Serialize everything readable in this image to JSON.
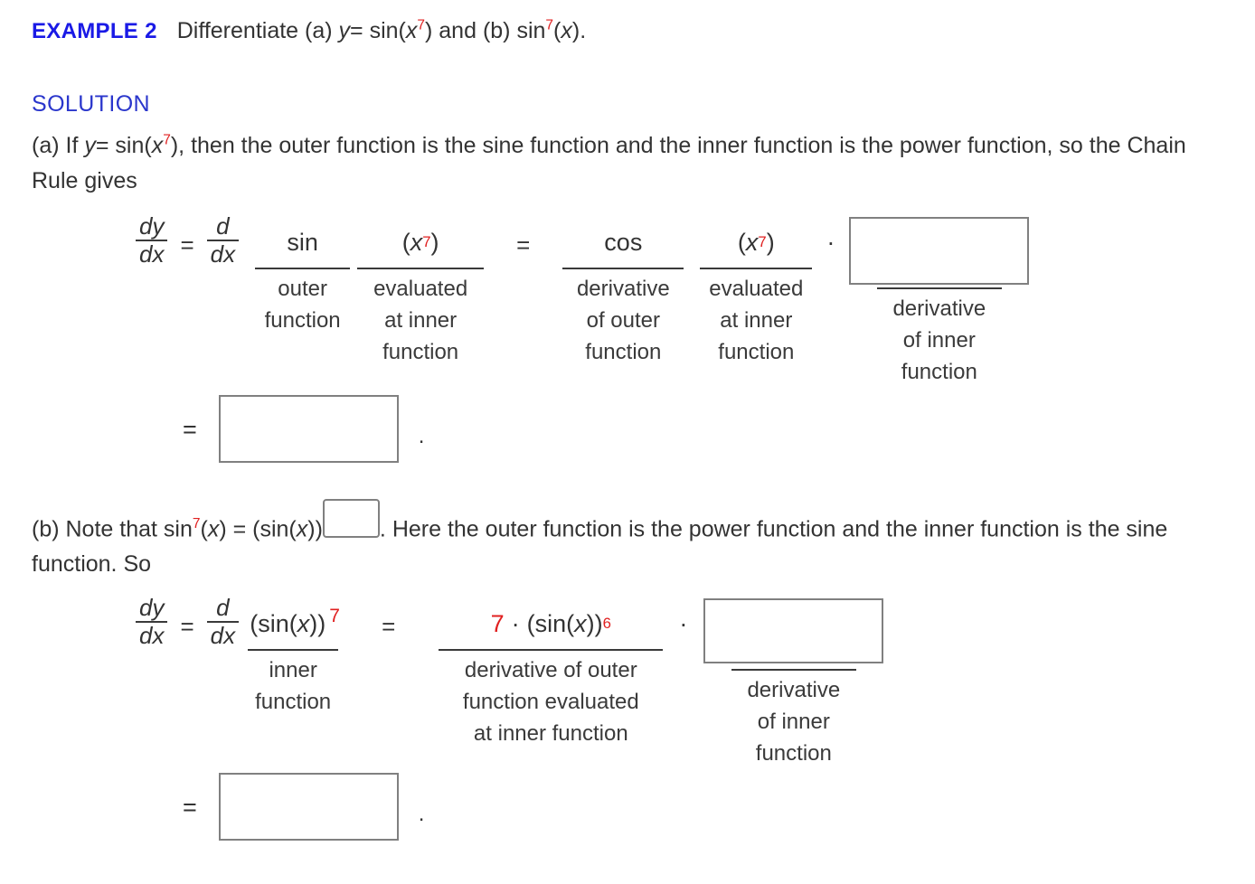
{
  "colors": {
    "example_blue": "#1a1ae6",
    "solution_blue": "#2a36cc",
    "red_exponent": "#e02020",
    "body_text": "#333333",
    "box_border": "#808080"
  },
  "header": {
    "example_label": "EXAMPLE 2",
    "instruction_prefix": "Differentiate (a)",
    "expr_a_lhs": "y",
    "expr_a_eq": "= sin(",
    "expr_a_var": "x",
    "expr_a_exp": "7",
    "expr_a_close": ")",
    "instruction_mid": "and (b)",
    "expr_b_fn": "sin",
    "expr_b_exp": "7",
    "expr_b_open": "(",
    "expr_b_var": "x",
    "expr_b_close": ")."
  },
  "solution": {
    "heading": "SOLUTION",
    "part_a": {
      "t1": "(a) If",
      "var_y": "y",
      "t2": "= sin(",
      "var_x": "x",
      "exp": "7",
      "t3": "),",
      "t4": "then the outer function is the sine function and the inner function is the power function, so the Chain Rule gives"
    },
    "part_b": {
      "t1": "(b) Note that",
      "fn": "sin",
      "exp": "7",
      "open": "(",
      "var_x": "x",
      "close": ") = (sin(",
      "var_x2": "x",
      "close2": "))",
      "answer_box_value": "",
      "t2": ".",
      "t3": "Here the outer function is the power function and the inner function is the sine function. So"
    }
  },
  "equation1": {
    "lhs_num": "dy",
    "lhs_den": "dx",
    "eq1": "=",
    "op_num": "d",
    "op_den": "dx",
    "terms": [
      {
        "expr_text": "sin",
        "caption": "outer\nfunction"
      },
      {
        "expr_text": "(x⁷)",
        "base": "(",
        "var": "x",
        "exp": "7",
        "tail": ")",
        "caption": "evaluated\nat inner\nfunction"
      }
    ],
    "eq2": "=",
    "terms_rhs": [
      {
        "expr_text": "cos",
        "caption": "derivative\nof outer\nfunction"
      },
      {
        "expr_text": "(x⁷)",
        "base": "(",
        "var": "x",
        "exp": "7",
        "tail": ")",
        "caption": "evaluated\nat inner\nfunction"
      }
    ],
    "multiply_dot": "·",
    "answer_box_value": "",
    "answer_box_caption": "derivative\nof inner\nfunction",
    "final_eq": "=",
    "final_box_value": "",
    "final_period": "."
  },
  "equation2": {
    "lhs_num": "dy",
    "lhs_den": "dx",
    "eq1": "=",
    "op_num": "d",
    "op_den": "dx",
    "inner_open": "(sin(",
    "inner_var": "x",
    "inner_close": "))",
    "inner_exp": "7",
    "inner_caption": "inner\nfunction",
    "eq2": "=",
    "rhs_coeff": "7",
    "rhs_dot": "·",
    "rhs_open": "(sin(",
    "rhs_var": "x",
    "rhs_close": "))",
    "rhs_exp": "6",
    "rhs_caption": "derivative of outer\nfunction evaluated\nat inner function",
    "multiply_dot": "·",
    "answer_box_value": "",
    "answer_box_caption": "derivative\nof inner\nfunction",
    "final_eq": "=",
    "final_box_value": "",
    "final_period": "."
  }
}
